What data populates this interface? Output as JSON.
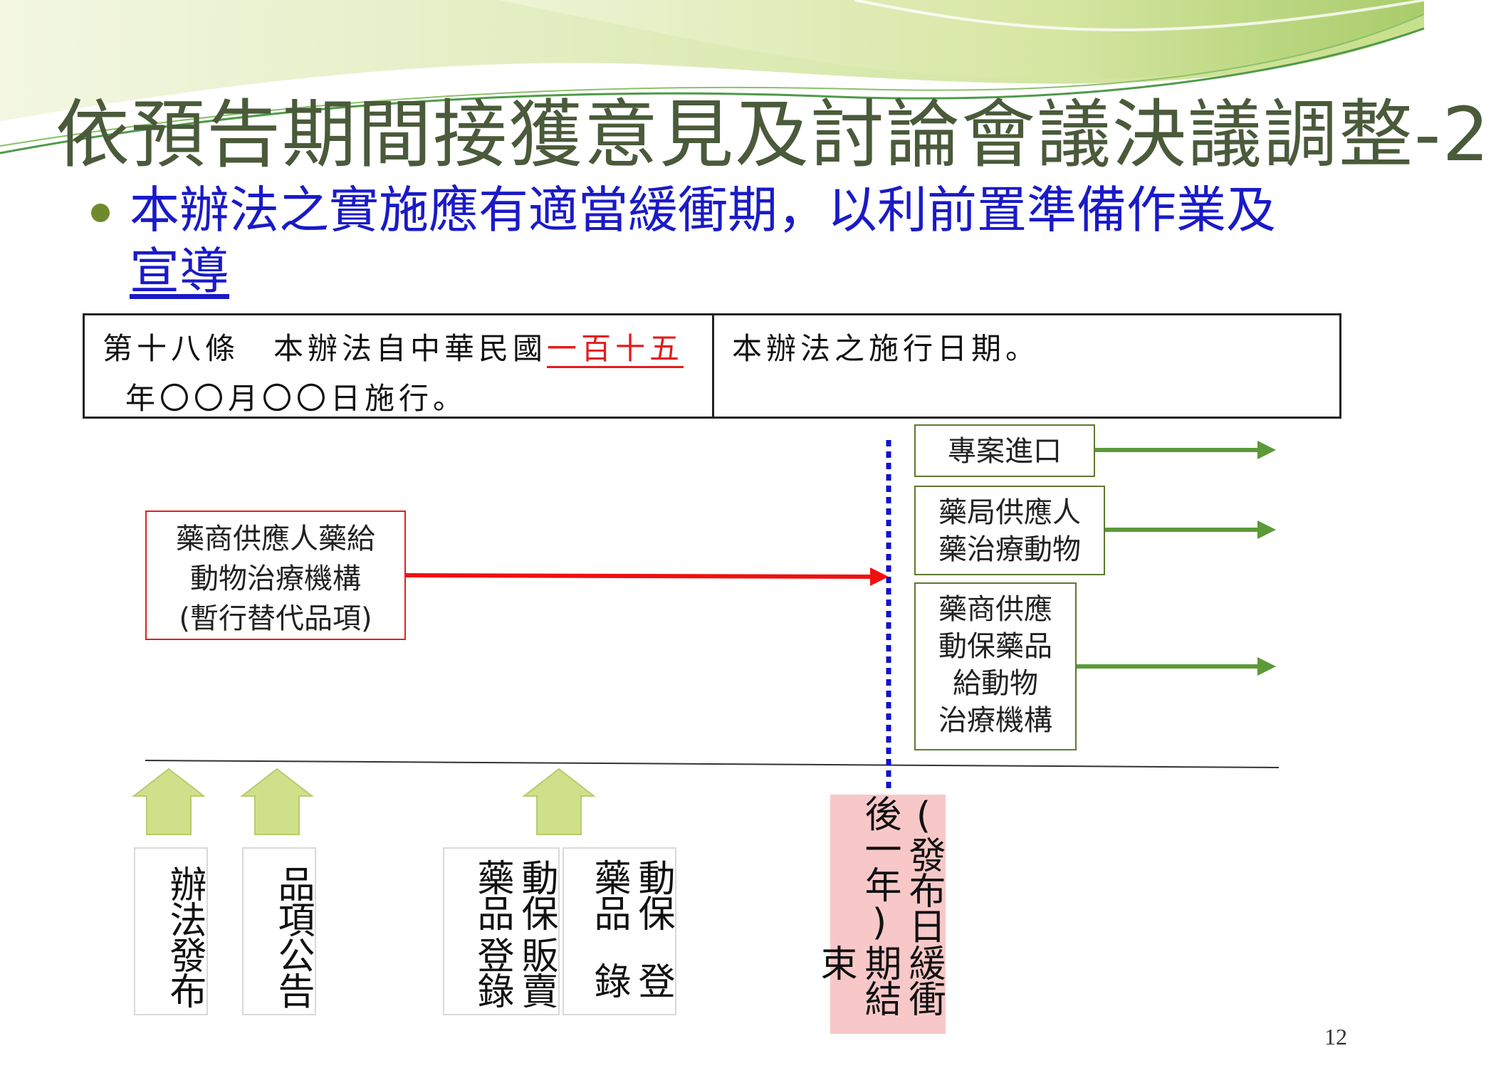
{
  "slide": {
    "title": "依預告期間接獲意見及討論會議決議調整-2",
    "bullet_line1": "本辦法之實施應有適當緩衝期，以利前置準備作業及",
    "bullet_line2": "宣導",
    "page_number": "12"
  },
  "table": {
    "left_prefix": "第十八條　本辦法自中華民國",
    "left_underlined": "一百十五",
    "left_line2": "年〇〇月〇〇日施行。",
    "right_text": "本辦法之施行日期。"
  },
  "red_box": {
    "line1": "藥商供應人藥給",
    "line2": "動物治療機構",
    "line3": "(暫行替代品項)"
  },
  "green_boxes": {
    "box1": {
      "line1": "專案進口"
    },
    "box2": {
      "line1": "藥局供應人",
      "line2": "藥治療動物"
    },
    "box3": {
      "line1": "藥商供應",
      "line2": "動保藥品",
      "line3": "給動物",
      "line4": "治療機構"
    }
  },
  "timeline_labels": {
    "label1": "辦法發布",
    "label2": "品項公告",
    "label3_col1": "動保藥品",
    "label3_col2": "販賣登錄",
    "label4_col1": "動保藥品",
    "label4_col2": "登錄",
    "end_col1": "(發布日後一年)",
    "end_col2": "緩衝期結束"
  },
  "colors": {
    "title": "#4a5a3a",
    "bullet_text": "#1a1ac8",
    "red_arrow": "#f01010",
    "green_arrow": "#5a9a38",
    "up_arrow": "#cfe08a",
    "blue_dotted": "#1010d0",
    "pink_box": "#f8c8c8"
  }
}
